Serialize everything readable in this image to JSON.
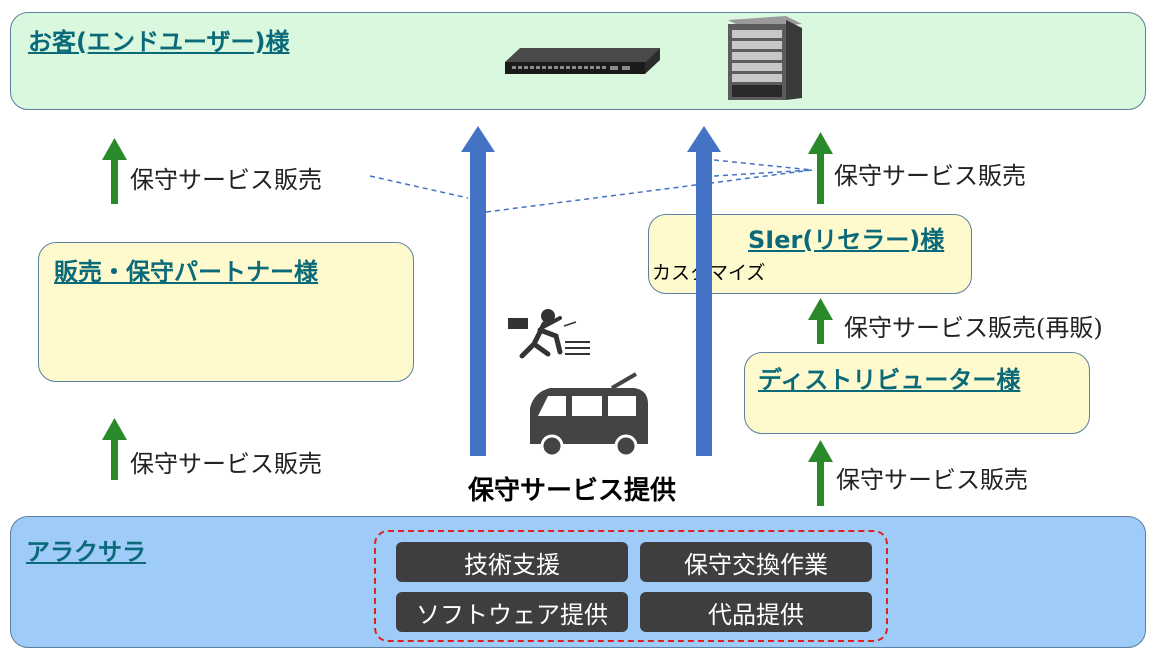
{
  "customer": {
    "title": "お客(エンドユーザー)様"
  },
  "partner": {
    "title": "販売・保守パートナー様"
  },
  "sier": {
    "title": "SIer(リセラー)様",
    "note": "カスタマイズ"
  },
  "distributor": {
    "title": "ディストリビューター様"
  },
  "alaxala": {
    "title": "アラクサラ"
  },
  "labels": {
    "sale_top_left": "保守サービス販売",
    "sale_top_right": "保守サービス販売",
    "sale_bottom_left": "保守サービス販売",
    "resale": "保守サービス販売(再販)",
    "sale_bottom_right": "保守サービス販売",
    "service": "保守サービス提供"
  },
  "services": [
    "技術支援",
    "保守交換作業",
    "ソフトウェア提供",
    "代品提供"
  ],
  "icons": [
    "switch-device-icon",
    "chassis-device-icon",
    "running-courier-icon",
    "delivery-van-icon"
  ],
  "colors": {
    "top_box": "#d9f8dd",
    "partner_box": "#fffacd",
    "bottom_box": "#9ecbf8",
    "green_arrow": "#2a8a2a",
    "blue_arrow": "#4472c4",
    "dashed_frame": "#e02020"
  }
}
